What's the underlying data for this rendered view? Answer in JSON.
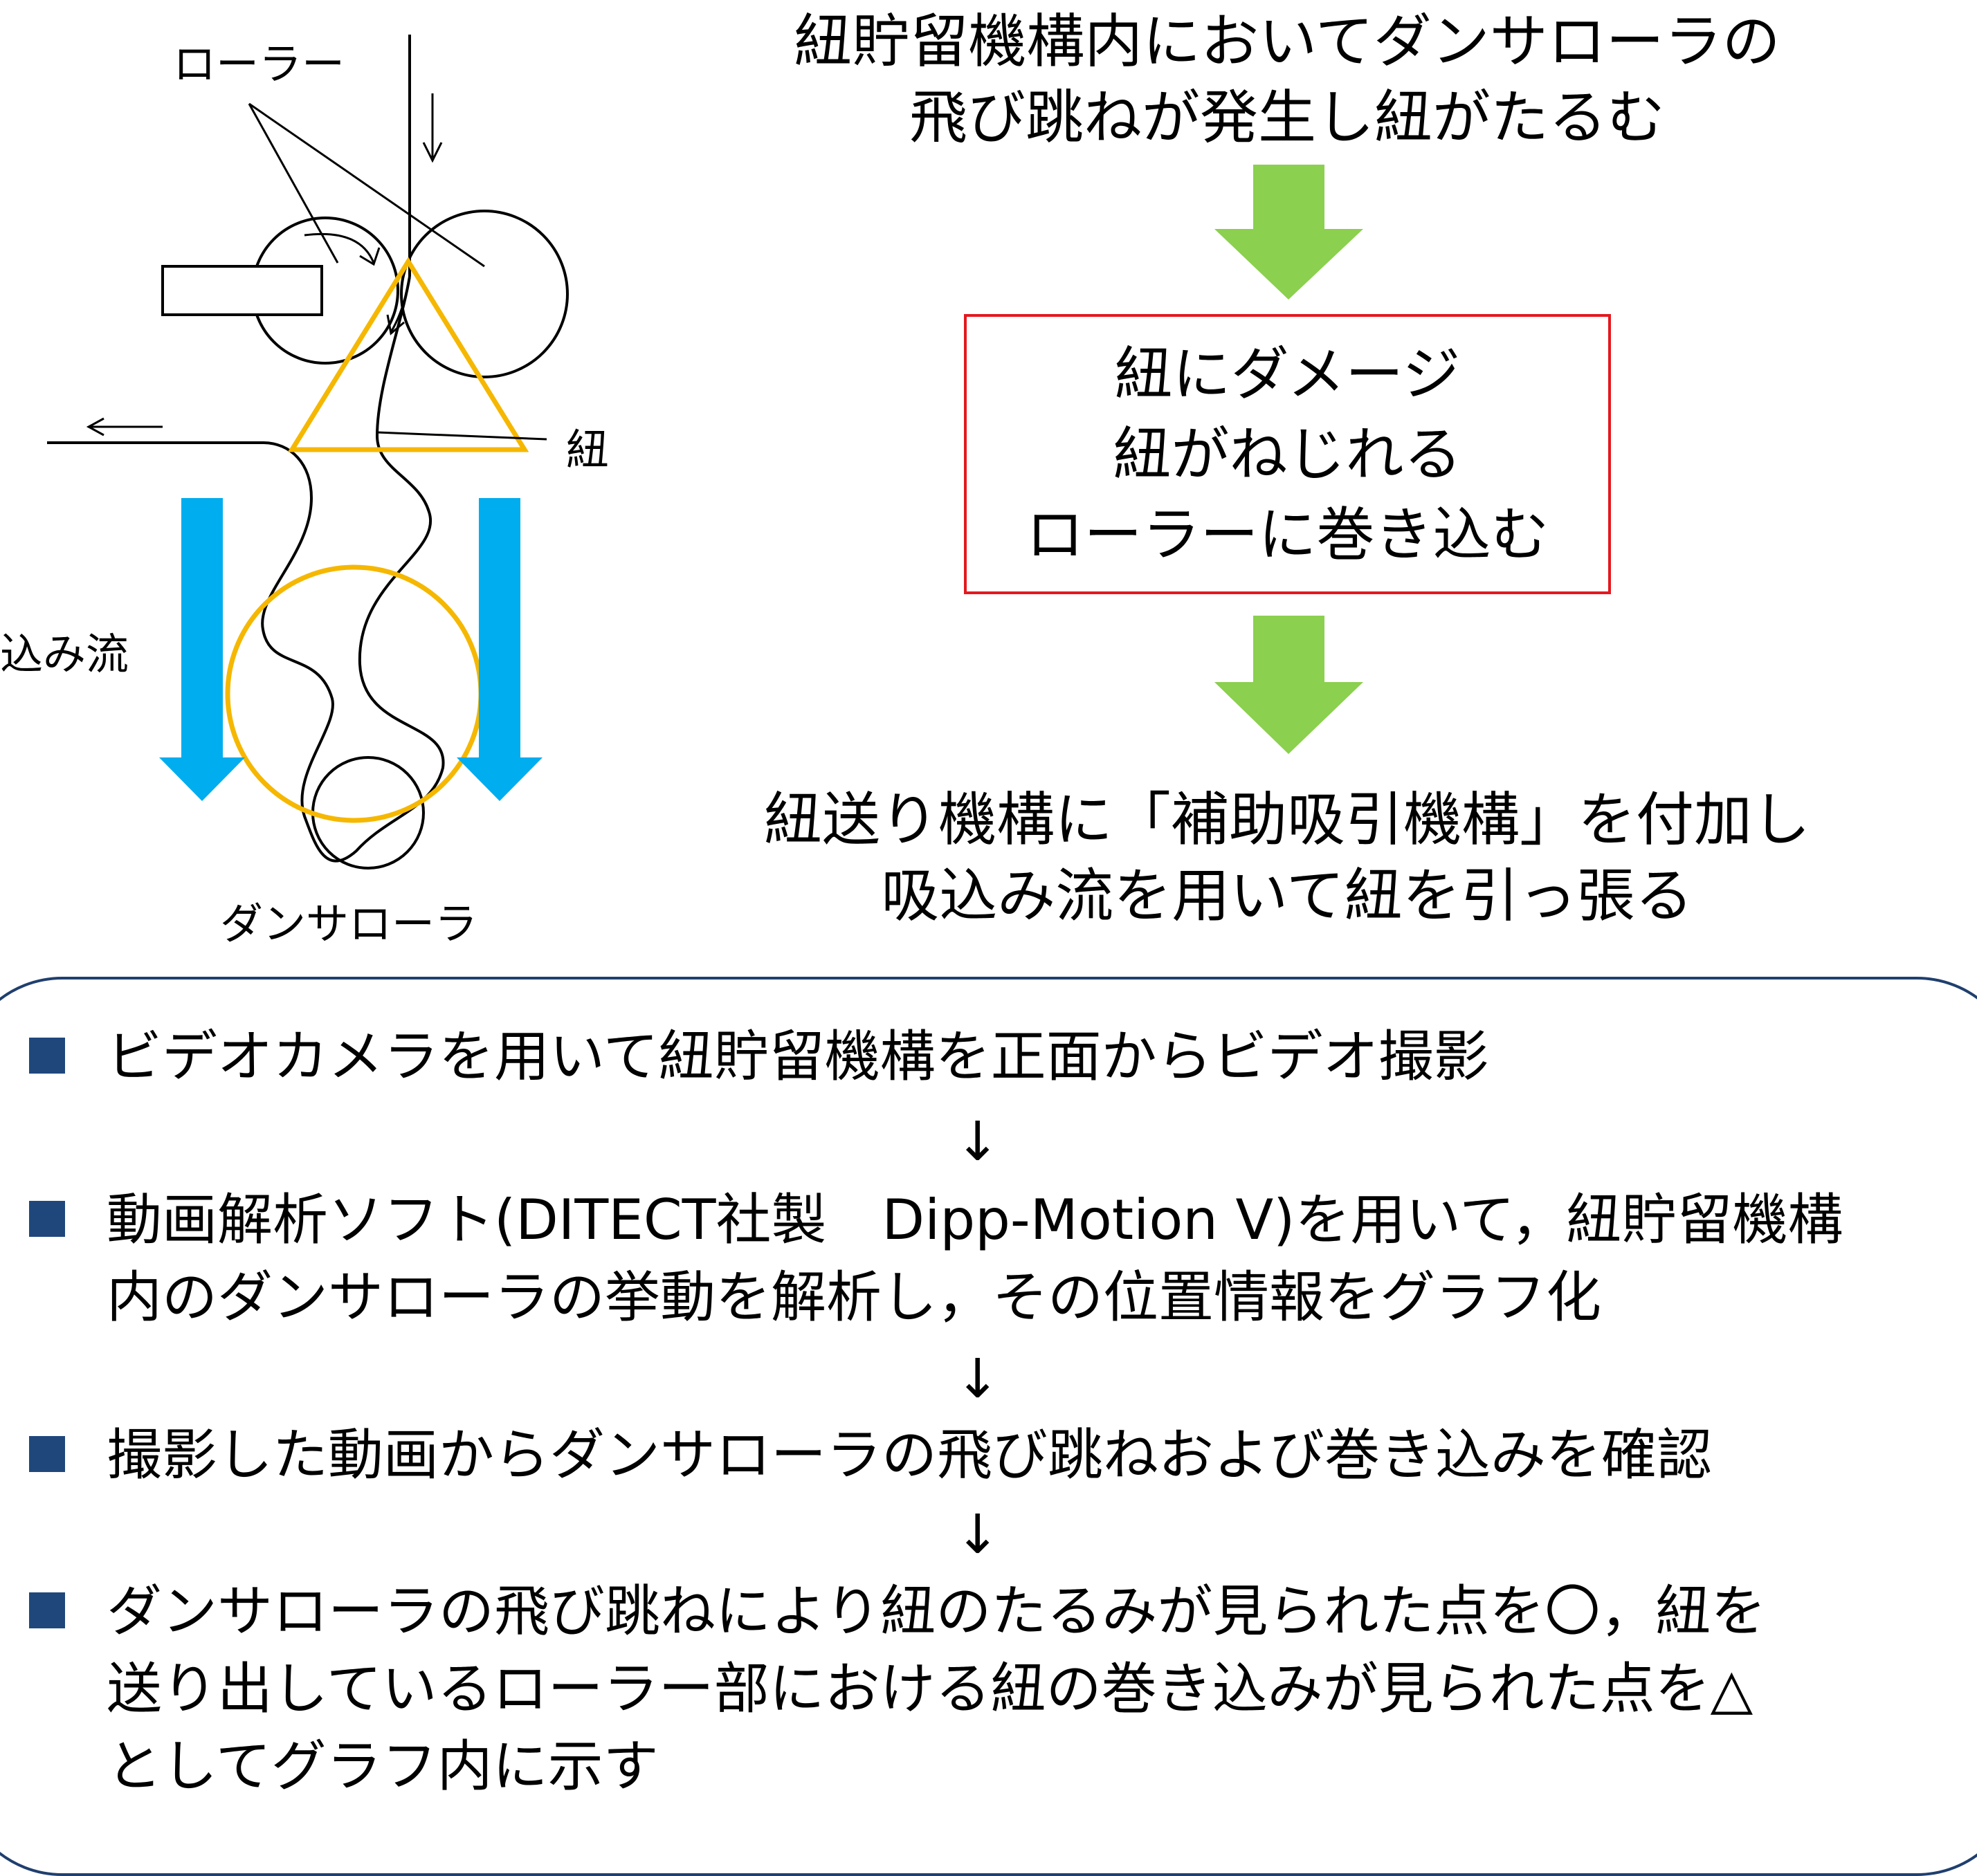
{
  "diagram": {
    "label_roller": "ローラー",
    "label_string": "紐",
    "label_flow": "込み流",
    "label_dancer": "ダンサローラ"
  },
  "flow": {
    "top": [
      "紐貯留機構内においてダンサローラの",
      "飛び跳ねが発生し紐がたるむ"
    ],
    "box": [
      "紐にダメージ",
      "紐がねじれる",
      "ローラーに巻き込む"
    ],
    "bottom": [
      "紐送り機構に「補助吸引機構」を付加し",
      "吸込み流を用いて紐を引っ張る"
    ]
  },
  "steps": {
    "s1": [
      "ビデオカメラを用いて紐貯留機構を正面からビデオ撮影"
    ],
    "s2": [
      "動画解析ソフト(DITECT社製　Dipp-Motion V)を用いて，紐貯留機構",
      "内のダンサローラの挙動を解析し，その位置情報をグラフ化"
    ],
    "s3": [
      "撮影した動画からダンサローラの飛び跳ねおよび巻き込みを確認"
    ],
    "s4": [
      "ダンサローラの飛び跳ねにより紐のたるみが見られた点を〇，紐を",
      "送り出しているローラー部における紐の巻き込みが見られた点を△",
      "としてグラフ内に示す"
    ],
    "arrow": "↓"
  },
  "colors": {
    "triangle": "#f5b700",
    "circle": "#f5b700",
    "blue_arrows": "#00adef",
    "green_arrows": "#8bd04e",
    "box_border": "#e4181f",
    "panel_border": "#1f3f6e",
    "bullet": "#1f477c"
  }
}
